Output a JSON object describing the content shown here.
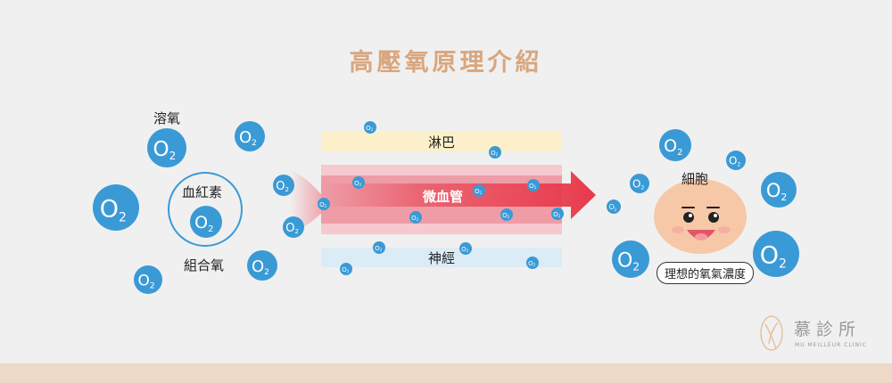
{
  "title": "高壓氧原理介紹",
  "labels": {
    "dissolved_oxygen": "溶氧",
    "hemoglobin": "血紅素",
    "combined_oxygen": "組合氧",
    "lymph": "淋巴",
    "capillary": "微血管",
    "nerve": "神經",
    "cell": "細胞",
    "ideal_concentration": "理想的氧氣濃度"
  },
  "molecule": {
    "letter": "O",
    "subscript": "2"
  },
  "logo": {
    "name": "慕診所",
    "subtitle": "MU MEILLEUR CLINIC"
  },
  "colors": {
    "oxygen": "#3a9ad6",
    "title": "#d9a67e",
    "arrow": "#e8384a",
    "cell": "#f6c8a8"
  }
}
